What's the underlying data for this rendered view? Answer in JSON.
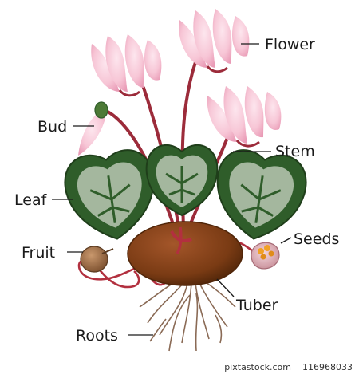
{
  "diagram": {
    "labels": {
      "flower": "Flower",
      "bud": "Bud",
      "stem": "Stem",
      "leaf": "Leaf",
      "fruit": "Fruit",
      "seeds": "Seeds",
      "tuber": "Tuber",
      "roots": "Roots"
    },
    "colors": {
      "petal": "#f7c6d6",
      "petal_shade": "#e99bb6",
      "stem": "#9c2b3a",
      "leaf_dark": "#2f5d2a",
      "leaf_pattern": "#b9c7b3",
      "tuber": "#7a3b14",
      "roots": "#8a6a55",
      "fruit": "#a0714a",
      "seed": "#f0a126"
    },
    "icons": [
      "flower-icon",
      "bud-icon",
      "leaf-icon",
      "tuber-icon",
      "root-icon",
      "fruit-icon",
      "seed-pod-icon"
    ]
  },
  "footer": {
    "site": "pixtastock.com",
    "image_id": "116968033"
  }
}
